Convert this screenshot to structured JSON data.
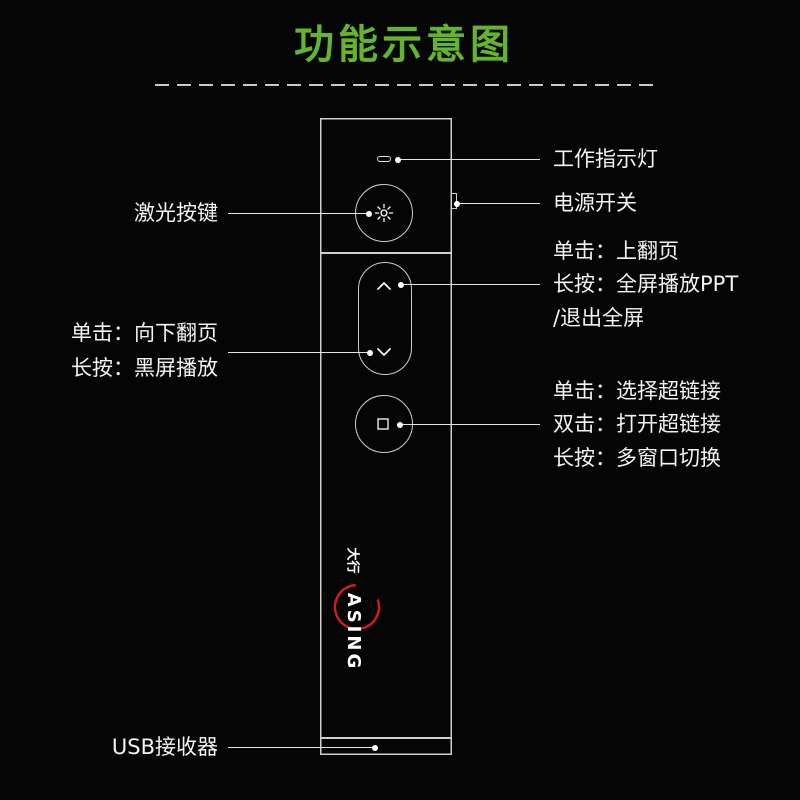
{
  "title": "功能示意图",
  "colors": {
    "background": "#050505",
    "title": "#63b52f",
    "outline": "#cfcfcf",
    "logo_ring": "#d41d1f"
  },
  "brand": {
    "cn_name": "大行",
    "en_name": "ASING"
  },
  "callouts": {
    "indicator": {
      "icon": "indicator-light",
      "lines": [
        "工作指示灯"
      ]
    },
    "power": {
      "icon": "power-switch",
      "lines": [
        "电源开关"
      ]
    },
    "laser": {
      "icon": "laser-icon",
      "lines": [
        "激光按键"
      ]
    },
    "page_up": {
      "icon": "chevron-up-icon",
      "lines": [
        "单击：上翻页",
        "长按：全屏播放PPT",
        "/退出全屏"
      ]
    },
    "page_down": {
      "icon": "chevron-down-icon",
      "lines": [
        "单击：向下翻页",
        "长按：黑屏播放"
      ]
    },
    "hyperlink": {
      "icon": "square-icon",
      "lines": [
        "单击：选择超链接",
        "双击：打开超链接",
        "长按：多窗口切换"
      ]
    },
    "usb": {
      "icon": "usb-receiver",
      "lines": [
        "USB接收器"
      ]
    }
  }
}
